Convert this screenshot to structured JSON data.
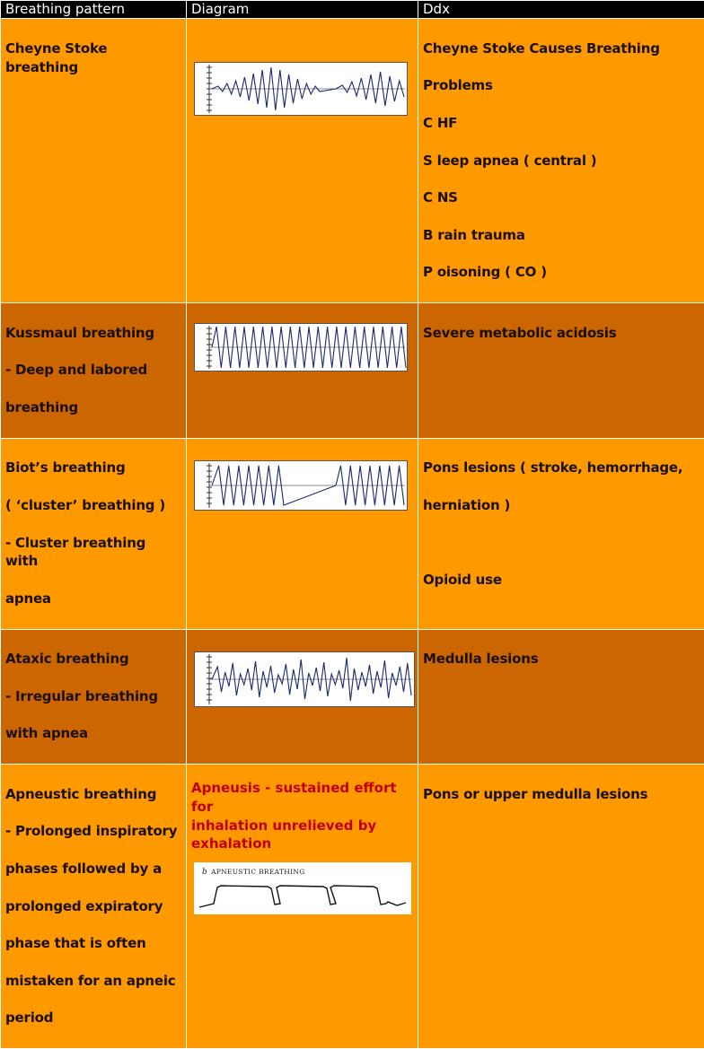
{
  "headers": {
    "pattern": "Breathing pattern",
    "diagram": "Diagram",
    "ddx": "Ddx"
  },
  "rows": [
    {
      "pattern_lines": [
        "Cheyne  Stoke breathing"
      ],
      "diagram_icon": "cheyne-stokes-waveform-icon",
      "ddx_lines": [
        "Cheyne  Stoke Causes Breathing",
        "Problems",
        "C HF",
        "S leep apnea ( central )",
        "C NS",
        "B rain trauma",
        "P oisoning ( CO )"
      ]
    },
    {
      "pattern_lines": [
        "Kussmaul breathing",
        "- Deep and labored",
        "breathing"
      ],
      "diagram_icon": "kussmaul-waveform-icon",
      "ddx_lines": [
        "Severe metabolic acidosis"
      ]
    },
    {
      "pattern_lines": [
        "Biot’s breathing",
        "( ‘cluster’ breathing )",
        "- Cluster breathing with",
        "apnea"
      ],
      "diagram_icon": "biot-waveform-icon",
      "ddx_lines": [
        "Pons lesions ( stroke, hemorrhage,",
        "herniation )",
        "",
        "Opioid use"
      ]
    },
    {
      "pattern_lines": [
        "Ataxic breathing",
        "- Irregular breathing",
        "with apnea"
      ],
      "diagram_icon": "ataxic-waveform-icon",
      "ddx_lines": [
        "Medulla lesions"
      ]
    },
    {
      "pattern_lines": [
        "Apneustic breathing",
        "- Prolonged inspiratory",
        "phases followed by a",
        "prolonged expiratory",
        "phase that is often",
        "mistaken for an apneic",
        "period"
      ],
      "diagram_note_lines": [
        "Apneusis - sustained effort for",
        "inhalation unrelieved by",
        "exhalation"
      ],
      "diagram_image": {
        "letter": "b",
        "label": "APNEUSTIC BREATHING",
        "icon": "apneustic-waveform-icon"
      },
      "ddx_lines": [
        "Pons or upper medulla lesions"
      ]
    }
  ],
  "colors": {
    "header_bg": "#000000",
    "row_light": "#ff9900",
    "row_dark": "#cc6600",
    "note_red": "#c00000"
  }
}
